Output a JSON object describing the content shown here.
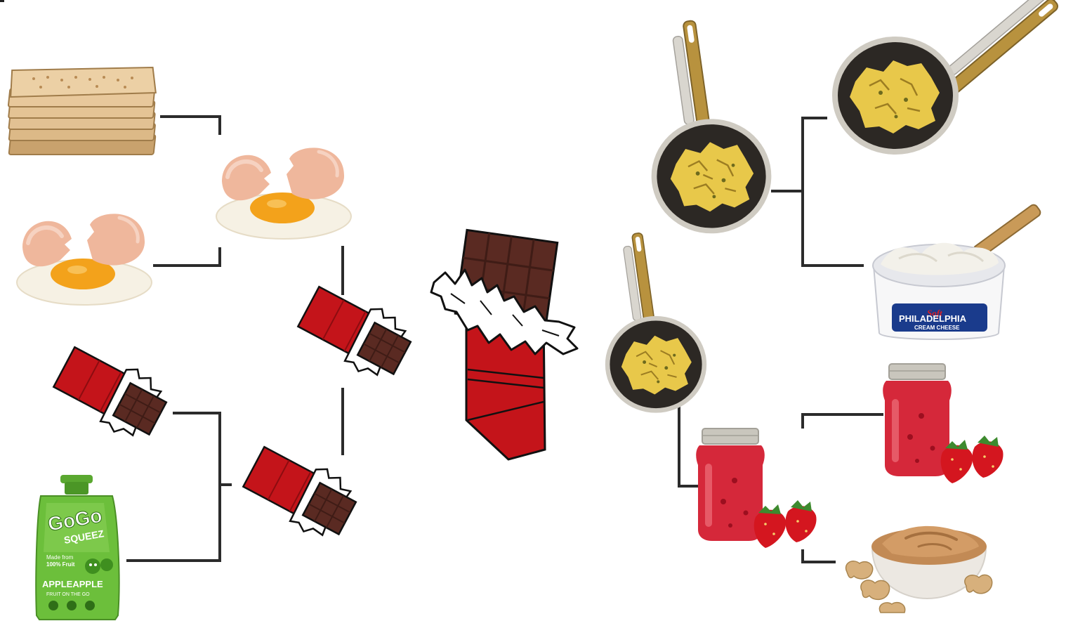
{
  "bracket": {
    "line_color": "#2b2b2b",
    "left_side": {
      "round1": [
        {
          "slot": "matzah",
          "icon": "matzah-icon"
        },
        {
          "slot": "eggs",
          "icon": "cracked-eggs-icon"
        },
        {
          "slot": "chocolate",
          "icon": "chocolate-bar-icon"
        },
        {
          "slot": "applesauce-pouch",
          "icon": "applesauce-pouch-icon"
        }
      ],
      "round2": [
        {
          "slot": "eggs",
          "icon": "cracked-eggs-icon"
        },
        {
          "slot": "chocolate",
          "icon": "chocolate-bar-icon"
        }
      ],
      "round3": [
        {
          "slot": "chocolate",
          "icon": "chocolate-bar-icon"
        }
      ]
    },
    "champion": {
      "slot": "chocolate",
      "icon": "chocolate-bar-icon"
    },
    "right_side": {
      "round1": [
        {
          "slot": "matzah-brei",
          "icon": "frying-pan-icon"
        },
        {
          "slot": "cream-cheese",
          "icon": "cream-cheese-tub-icon"
        },
        {
          "slot": "strawberry-jam",
          "icon": "jam-jar-icon"
        },
        {
          "slot": "peanut-butter",
          "icon": "peanut-butter-bowl-icon"
        }
      ],
      "round2": [
        {
          "slot": "matzah-brei",
          "icon": "frying-pan-icon"
        },
        {
          "slot": "strawberry-jam",
          "icon": "jam-jar-icon"
        }
      ],
      "round3": [
        {
          "slot": "matzah-brei",
          "icon": "frying-pan-icon"
        }
      ]
    }
  },
  "labels": {
    "pouch_brand_line1": "GoGo",
    "pouch_brand_line2": "SQUEEZ",
    "pouch_tag_line1": "Made from",
    "pouch_tag_line2": "100% Fruit",
    "pouch_flavor": "APPLEAPPLE",
    "pouch_subline": "FRUIT ON THE GO",
    "cheese_soft": "Soft",
    "cheese_brand": "PHILADELPHIA",
    "cheese_type": "CREAM CHEESE"
  },
  "colors": {
    "chocolate_wrapper": "#c4141a",
    "chocolate": "#5a2a22",
    "chocolate_dark": "#3f1c16",
    "egg_shell": "#efb79c",
    "egg_yolk": "#f3a21b",
    "egg_white": "#f6f1e4",
    "matzah": "#e4c394",
    "pan": "#2c2824",
    "pan_handle": "#b8923e",
    "eggs_scramble": "#e8c84a",
    "jam": "#d5283a",
    "jar_lid": "#c9c6bd",
    "strawberry": "#d4161f",
    "leaf": "#3d8a2e",
    "peanut_butter": "#c28a55",
    "peanut": "#d7b07c",
    "cream_cheese": "#f3f1ea",
    "philly_blue": "#1a3b8c",
    "pouch_green": "#6cbf3b"
  }
}
